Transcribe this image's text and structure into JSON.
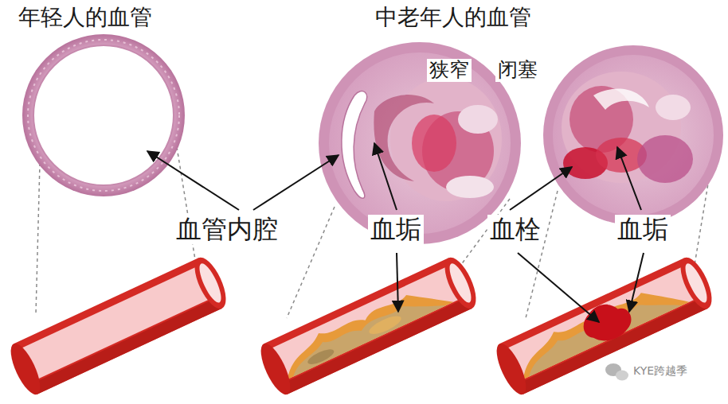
{
  "diagram": {
    "labels": [
      "年轻人的血管",
      "中老年人的血管",
      "狭窄",
      "闭塞",
      "血管内腔",
      "血垢",
      "血栓",
      "血垢",
      "KYE跨越季"
    ]
  }
}
